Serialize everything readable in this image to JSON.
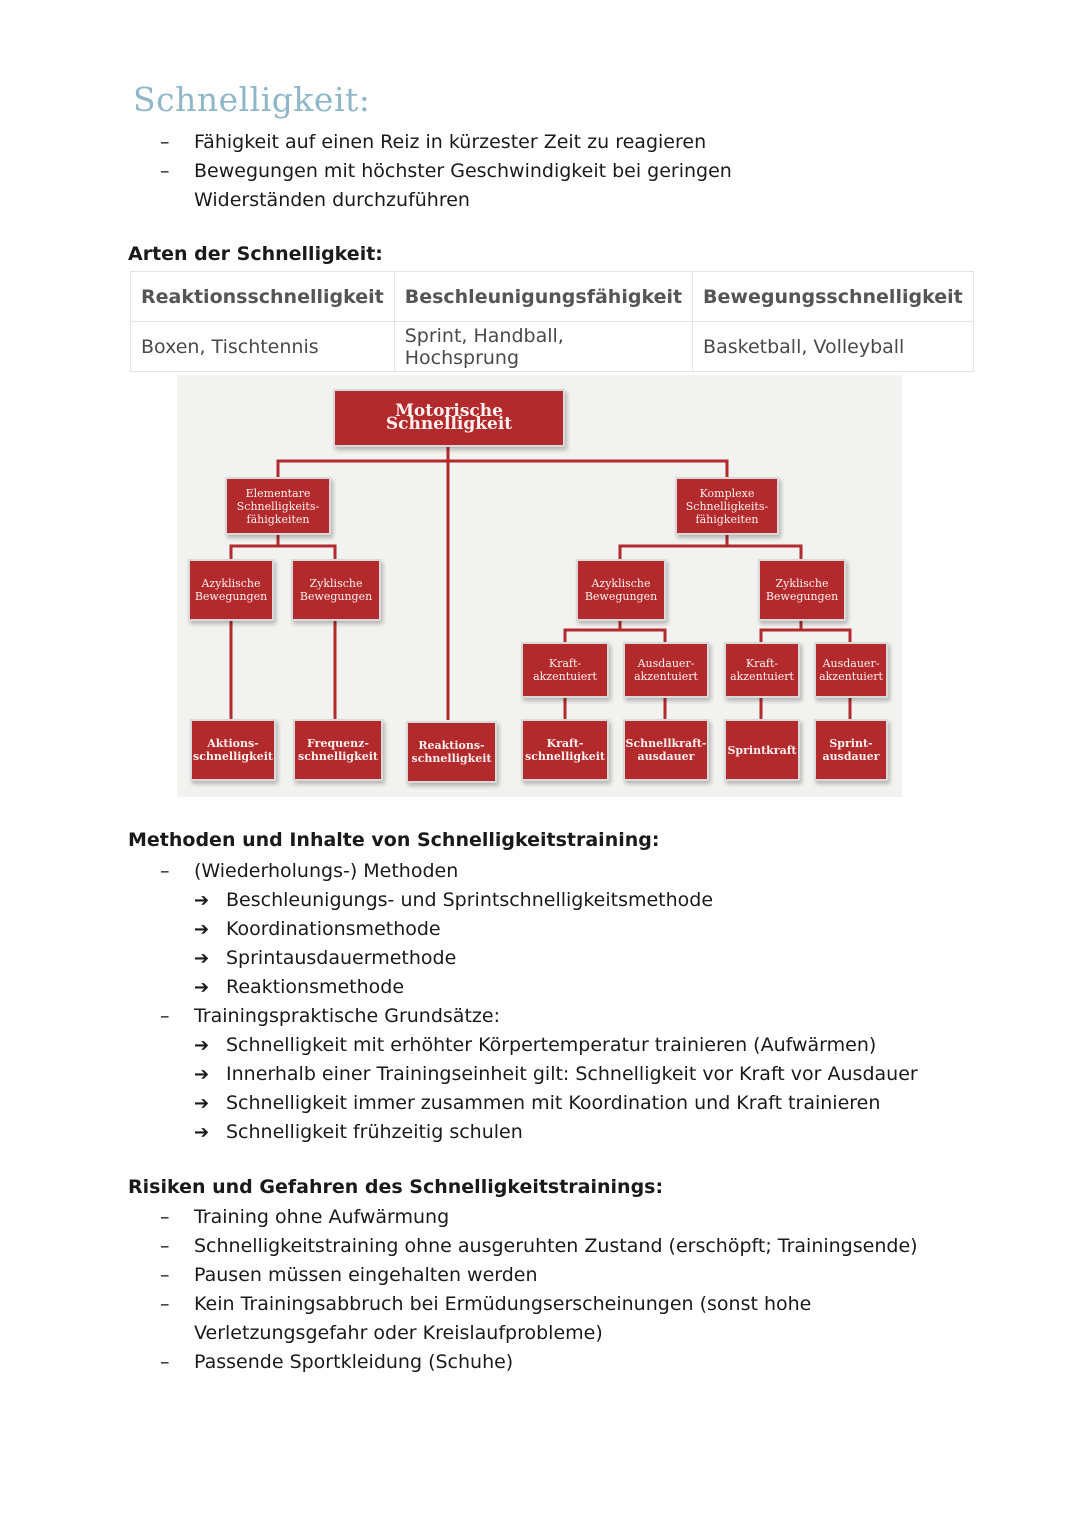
{
  "title": "Schnelligkeit:",
  "definition": [
    "Fähigkeit auf einen Reiz in kürzester Zeit zu reagieren",
    "Bewegungen mit höchster Geschwindigkeit bei geringen Widerständen durchzuführen"
  ],
  "arten": {
    "heading": "Arten der Schnelligkeit:",
    "headers": [
      "Reaktionsschnelligkeit",
      "Beschleunigungsfähigkeit",
      "Bewegungsschnelligkeit"
    ],
    "row": [
      "Boxen, Tischtennis",
      "Sprint, Handball, Hochsprung",
      "Basketball, Volleyball"
    ]
  },
  "diagram": {
    "root": "Motorische Schnelligkeit",
    "elementare": "Elementare Schnelligkeits-fähigkeiten",
    "komplexe": "Komplexe Schnelligkeits-fähigkeiten",
    "azyklisch_l": "Azyklische Bewegungen",
    "zyklisch_l": "Zyklische Bewegungen",
    "azyklisch_r": "Azyklische Bewegungen",
    "zyklisch_r": "Zyklische Bewegungen",
    "kraft_1": "Kraft-akzentuiert",
    "ausdauer_1": "Ausdauer-akzentuiert",
    "kraft_2": "Kraft-akzentuiert",
    "ausdauer_2": "Ausdauer-akzentuiert",
    "aktions": "Aktions-schnelligkeit",
    "frequenz": "Frequenz-schnelligkeit",
    "reaktions": "Reaktions-schnelligkeit",
    "kraftschnell": "Kraft-schnelligkeit",
    "schnellkraft": "Schnellkraft-ausdauer",
    "sprintkraft": "Sprintkraft",
    "sprintausdauer": "Sprint-ausdauer"
  },
  "methoden": {
    "heading": "Methoden und Inhalte von Schnelligkeitstraining:",
    "item1": "(Wiederholungs-) Methoden",
    "item1_sub": [
      "Beschleunigungs- und Sprintschnelligkeitsmethode",
      "Koordinationsmethode",
      "Sprintausdauermethode",
      "Reaktionsmethode"
    ],
    "item2": "Trainingspraktische Grundsätze:",
    "item2_sub": [
      "Schnelligkeit mit erhöhter Körpertemperatur trainieren (Aufwärmen)",
      "Innerhalb einer Trainingseinheit gilt: Schnelligkeit vor Kraft vor Ausdauer",
      "Schnelligkeit immer zusammen mit Koordination und Kraft trainieren",
      "Schnelligkeit frühzeitig schulen"
    ]
  },
  "risiken": {
    "heading": "Risiken und Gefahren des Schnelligkeitstrainings:",
    "items": [
      "Training ohne Aufwärmung",
      "Schnelligkeitstraining ohne ausgeruhten Zustand (erschöpft; Trainingsende)",
      "Pausen müssen eingehalten werden",
      "Kein Trainingsabbruch bei Ermüdungserscheinungen (sonst hohe Verletzungsgefahr oder Kreislaufprobleme)",
      "Passende Sportkleidung (Schuhe)"
    ]
  }
}
